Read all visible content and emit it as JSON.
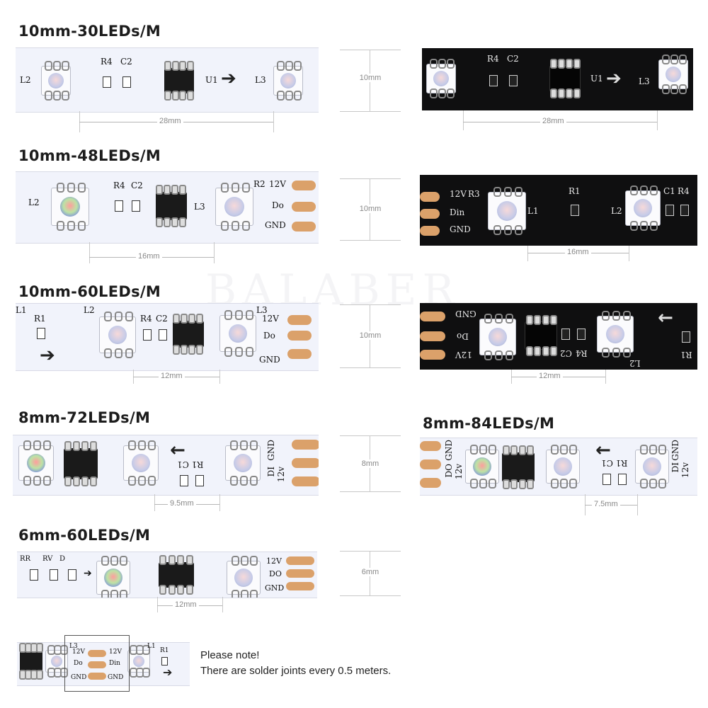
{
  "titles": {
    "t1": "10mm-30LEDs/M",
    "t2": "10mm-48LEDs/M",
    "t3": "10mm-60LEDs/M",
    "t4": "8mm-72LEDs/M",
    "t5": "8mm-84LEDs/M",
    "t6": "6mm-60LEDs/M"
  },
  "watermark": "BALABER",
  "silkscreen": {
    "l1": "L1",
    "l2": "L2",
    "l3": "L3",
    "r1": "R1",
    "r2": "R2",
    "r3": "R3",
    "r4": "R4",
    "c1": "C1",
    "c2": "C2",
    "u1": "U1",
    "v12": "12V",
    "do": "Do",
    "din": "Din",
    "gnd": "GND",
    "di": "DI",
    "do_caps": "DO",
    "v12_lower": "12v",
    "rr": "RR",
    "rv": "RV",
    "d": "D",
    "r1c1": "R1 C1"
  },
  "widths": {
    "w10": "10mm",
    "w8": "8mm",
    "w6": "6mm"
  },
  "spacings": {
    "s28": "28mm",
    "s16": "16mm",
    "s12": "12mm",
    "s95": "9.5mm",
    "s75": "7.5mm"
  },
  "note": {
    "line1": "Please note!",
    "line2": "There are solder joints every 0.5 meters."
  },
  "icons": {
    "arrow_right": "➔",
    "arrow_left": "←"
  }
}
